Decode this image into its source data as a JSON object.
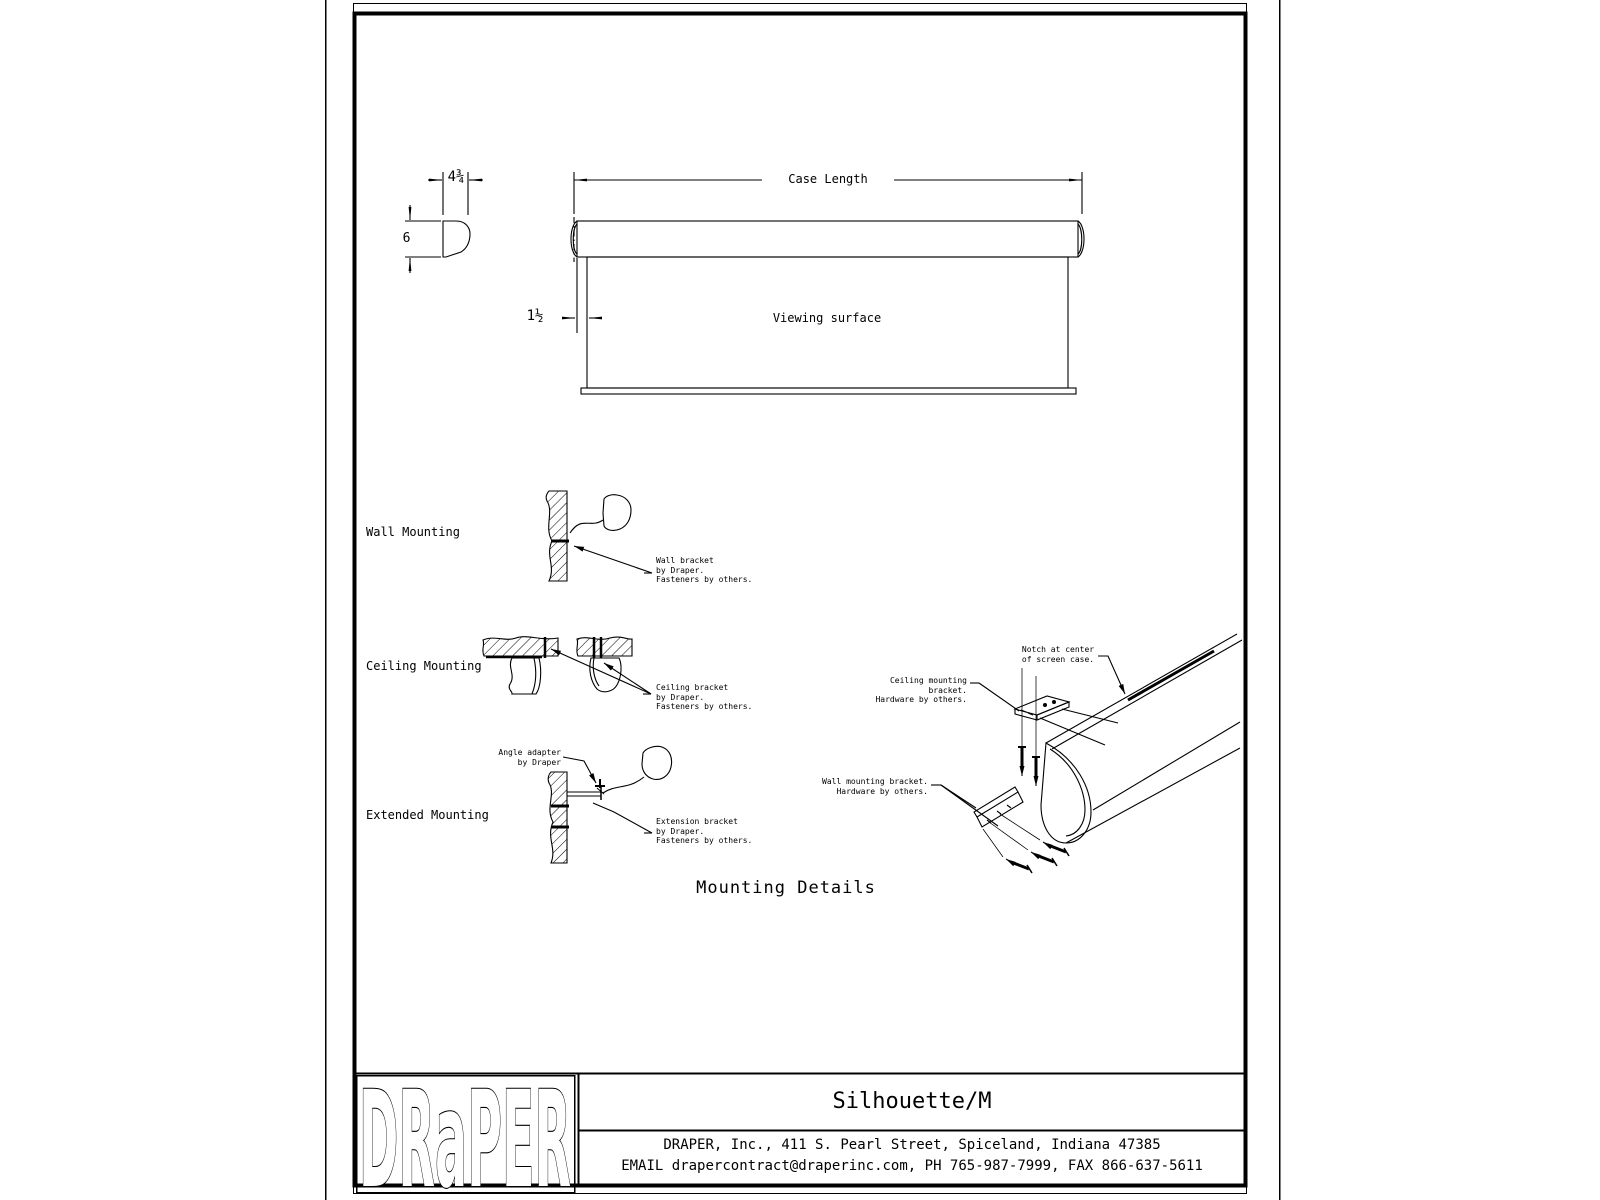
{
  "sheet": {
    "front_view": {
      "case_length_label": "Case Length",
      "viewing_surface_label": "Viewing surface"
    },
    "profile_view": {
      "width_dim": "4¾",
      "height_dim": "6",
      "offset_dim": "1½"
    },
    "mounting_sections": {
      "wall": {
        "title": "Wall Mounting",
        "note": "Wall bracket\nby Draper.\nFasteners by others."
      },
      "ceiling": {
        "title": "Ceiling Mounting",
        "note": "Ceiling bracket\nby Draper.\nFasteners by others."
      },
      "extended": {
        "title": "Extended Mounting",
        "angle_adapter_note": "Angle adapter\nby Draper",
        "note": "Extension bracket\nby Draper.\nFasteners by others."
      }
    },
    "isometric": {
      "notch_note": "Notch at center\nof screen case.",
      "ceiling_bracket_note": "Ceiling mounting bracket.\nHardware by others.",
      "wall_bracket_note": "Wall mounting bracket.\nHardware by others."
    },
    "caption": "Mounting Details"
  },
  "title_block": {
    "logo_text": "DRaPER",
    "product_name": "Silhouette/M",
    "company_line": "DRAPER, Inc., 411 S. Pearl Street, Spiceland, Indiana 47385",
    "contact_line": "EMAIL drapercontract@draperinc.com, PH 765-987-7999, FAX 866-637-5611"
  },
  "colors": {
    "ink": "#000000",
    "paper": "#ffffff"
  }
}
